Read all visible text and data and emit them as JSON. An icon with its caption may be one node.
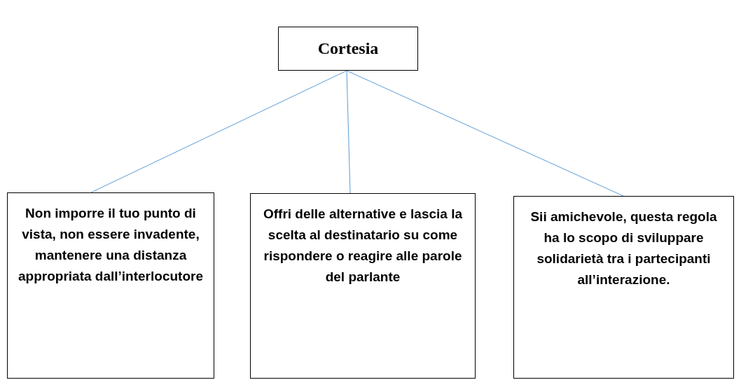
{
  "diagram": {
    "nodes": [
      {
        "text": [
          "Cortesia"
        ]
      },
      {
        "text": [
          "Non imporre il tuo punto di vista, non essere invadente, mantenere una distanza appropriata dall’interlocutore"
        ]
      },
      {
        "text": [
          "Offri delle alternative e lascia la scelta al destinatario su come rispondere o reagire alle parole del parlante"
        ]
      },
      {
        "text": [
          "Sii amichevole, questa regola ha lo scopo di sviluppare solidarietà tra i partecipanti all’interazione."
        ]
      }
    ],
    "edges": [
      {
        "from": 0,
        "to": 1,
        "arrow": "none"
      },
      {
        "from": 0,
        "to": 2,
        "arrow": "none"
      },
      {
        "from": 0,
        "to": 3,
        "arrow": "none"
      }
    ]
  }
}
